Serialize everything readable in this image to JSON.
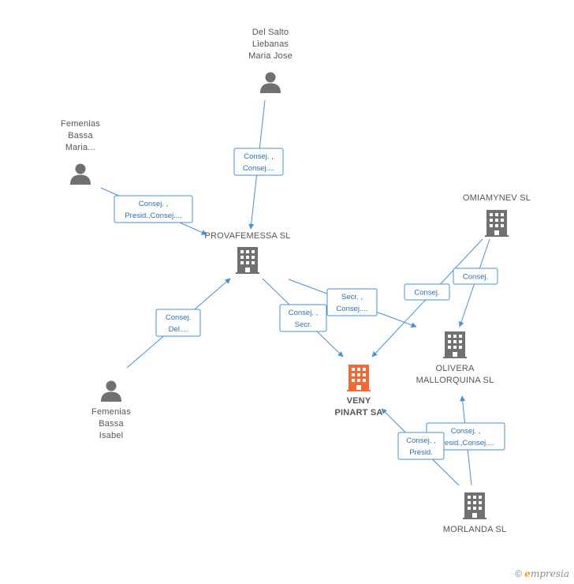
{
  "colors": {
    "edge": "#4a90d9",
    "person": "#707070",
    "company": "#707070",
    "focus": "#f06a35"
  },
  "nodes": [
    {
      "id": "delsalto",
      "type": "person",
      "label": [
        "Del Salto",
        "Liebanas",
        "Maria Jose"
      ]
    },
    {
      "id": "femenias_maria",
      "type": "person",
      "label": [
        "Femenias",
        "Bassa",
        "Maria..."
      ]
    },
    {
      "id": "provafemessa",
      "type": "company",
      "label": [
        "PROVAFEMESSA SL"
      ]
    },
    {
      "id": "omiamynev",
      "type": "company",
      "label": [
        "OMIAMYNEV SL"
      ]
    },
    {
      "id": "olivera",
      "type": "company",
      "label": [
        "OLIVERA",
        "MALLORQUINA SL"
      ]
    },
    {
      "id": "veny",
      "type": "focus",
      "label": [
        "VENY",
        "PINART SA"
      ]
    },
    {
      "id": "femenias_isabel",
      "type": "person",
      "label": [
        "Femenias",
        "Bassa",
        "Isabel"
      ]
    },
    {
      "id": "morlanda",
      "type": "company",
      "label": [
        "MORLANDA SL"
      ]
    }
  ],
  "edges": [
    {
      "from": "delsalto",
      "to": "provafemessa",
      "label": [
        "Consej. ,",
        "Consej...."
      ]
    },
    {
      "from": "femenias_maria",
      "to": "provafemessa",
      "label": [
        "Consej. ,",
        "Presid.,Consej...."
      ]
    },
    {
      "from": "femenias_isabel",
      "to": "provafemessa",
      "label": [
        "Consej.",
        "Del...."
      ]
    },
    {
      "from": "provafemessa",
      "to": "veny",
      "label": [
        "Consej. ,",
        "Secr."
      ]
    },
    {
      "from": "provafemessa",
      "to": "olivera",
      "label": [
        "Secr. ,",
        "Consej...."
      ]
    },
    {
      "from": "omiamynev",
      "to": "veny",
      "label": [
        "Consej."
      ]
    },
    {
      "from": "omiamynev",
      "to": "olivera",
      "label": [
        "Consej."
      ]
    },
    {
      "from": "morlanda",
      "to": "olivera",
      "label": [
        "Consej. ,",
        "Presid.,Consej...."
      ]
    },
    {
      "from": "morlanda",
      "to": "veny",
      "label": [
        "Consej. ,",
        "Presid."
      ]
    }
  ],
  "footer": {
    "copyright_symbol": "©",
    "brand_first": "e",
    "brand_rest": "mpresia"
  }
}
